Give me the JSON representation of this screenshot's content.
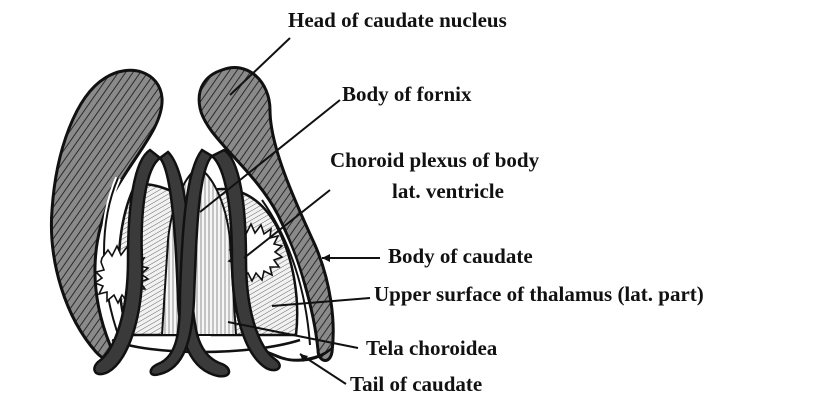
{
  "labels": {
    "head_of_caudate": "Head of caudate nucleus",
    "body_of_fornix": "Body of fornix",
    "choroid_plexus_line1": "Choroid plexus of body",
    "choroid_plexus_line2": "lat. ventricle",
    "body_of_caudate": "Body of caudate",
    "upper_surface_thalamus": "Upper surface of thalamus (lat. part)",
    "tela_choroidea": "Tela choroidea",
    "tail_of_caudate": "Tail of caudate"
  },
  "colors": {
    "ink": "#111111",
    "background": "#ffffff",
    "caudate_fill": "#6d6d6d",
    "fornix_fill": "#3a3a3a",
    "thalamus_fill": "#e6e6e6"
  }
}
